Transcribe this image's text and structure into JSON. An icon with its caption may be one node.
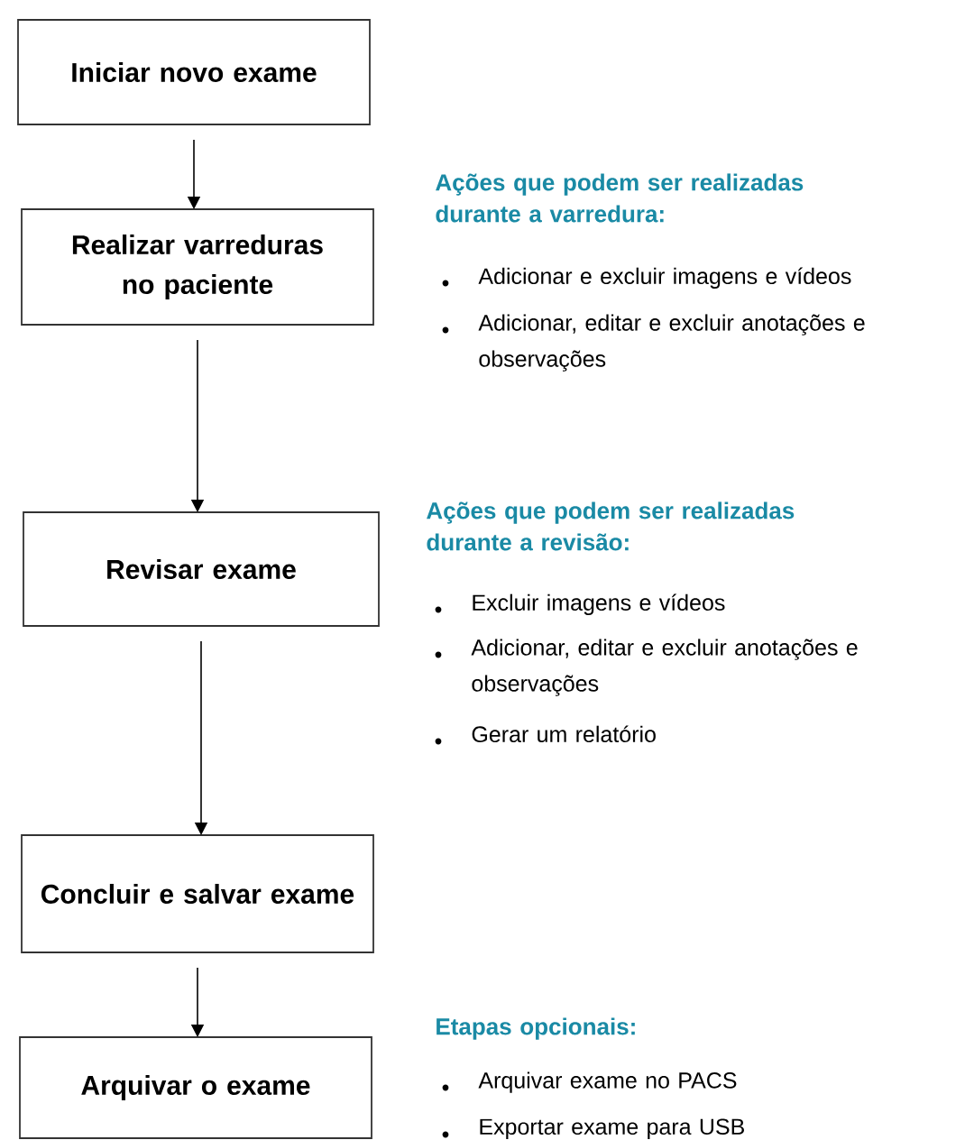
{
  "diagram": {
    "nodes": [
      {
        "text": [
          "Iniciar novo exame"
        ]
      },
      {
        "text": [
          "Realizar varreduras no paciente"
        ]
      },
      {
        "text": [
          "Revisar exame"
        ]
      },
      {
        "text": [
          "Concluir e salvar exame"
        ]
      },
      {
        "text": [
          "Arquivar o exame"
        ]
      }
    ],
    "edges": [
      {
        "from": 0,
        "to": 1,
        "arrow": "to"
      },
      {
        "from": 1,
        "to": 2,
        "arrow": "to"
      },
      {
        "from": 2,
        "to": 3,
        "arrow": "to"
      },
      {
        "from": 3,
        "to": 4,
        "arrow": "to"
      }
    ],
    "labels": [
      "Ações que podem ser realizadas durante a varredura:",
      "Adicionar e excluir imagens e vídeos",
      "Adicionar, editar e excluir anotações e observações",
      "Ações que podem ser realizadas durante a revisão:",
      "Excluir imagens e vídeos",
      "Adicionar, editar e excluir anotações e observações",
      "Gerar um relatório",
      "Etapas opcionais:",
      "Arquivar exame no PACS",
      "Exportar exame para USB"
    ]
  }
}
